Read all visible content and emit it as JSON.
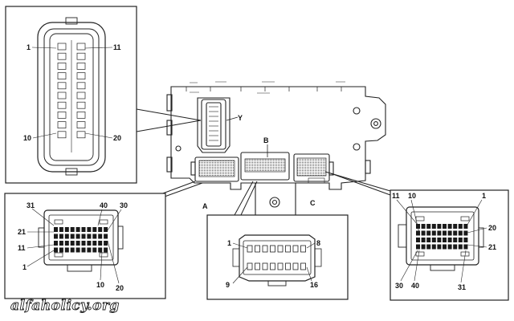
{
  "diagram": {
    "body_labels": {
      "y": "Y",
      "b": "B",
      "a": "A",
      "c": "C"
    },
    "connector_y": {
      "p1": "1",
      "p11": "11",
      "p10": "10",
      "p20": "20"
    },
    "connector_a": {
      "p31": "31",
      "p40": "40",
      "p30": "30",
      "p21": "21",
      "p11": "11",
      "p1": "1",
      "p10": "10",
      "p20": "20"
    },
    "connector_b": {
      "p1": "1",
      "p8": "8",
      "p9": "9",
      "p16": "16"
    },
    "connector_c": {
      "p11": "11",
      "p10": "10",
      "p1": "1",
      "p20": "20",
      "p21": "21",
      "p30": "30",
      "p40": "40",
      "p31": "31"
    },
    "watermark": "alfaholicy.org"
  }
}
